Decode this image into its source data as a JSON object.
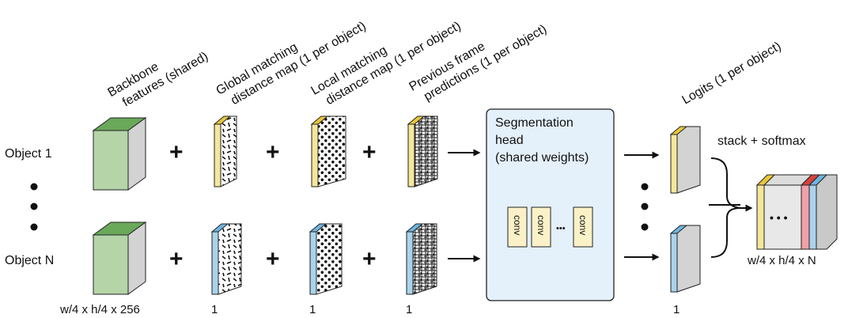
{
  "columns": {
    "backbone": [
      "Backbone",
      "features (shared)"
    ],
    "global": [
      "Global matching",
      "distance map (1 per object)"
    ],
    "local": [
      "Local matching",
      "distance map (1 per object)"
    ],
    "previous": [
      "Previous frame",
      "predictions (1 per object)"
    ],
    "logits": [
      "Logits (1 per object)"
    ]
  },
  "rows": {
    "first": "Object 1",
    "last": "Object N"
  },
  "operators": {
    "plus": "+"
  },
  "head": {
    "title_lines": [
      "Segmentation",
      "head",
      "(shared weights)"
    ],
    "conv_label": "conv",
    "conv_ellipsis": "•••"
  },
  "stack_label": "stack + softmax",
  "stack_ellipsis": "• • •",
  "dims": {
    "backbone": "w/4  x  h/4 x 256",
    "global": "1",
    "local": "1",
    "previous": "1",
    "logits": "1",
    "output": "w/4  x  h/4  x N"
  },
  "colors": {
    "green_face": "#b5d4a8",
    "green_top": "#6aa85a",
    "gray_side": "#d3d3d3",
    "yellow": "#f4e79a",
    "yellow_top": "#e8c838",
    "blue": "#a9d3ec",
    "blue_top": "#6fb6e2",
    "head_fill": "#e4f0fa",
    "conv_fill": "#faf1c8",
    "red": "#d9423c",
    "pink": "#f0a0a8"
  }
}
